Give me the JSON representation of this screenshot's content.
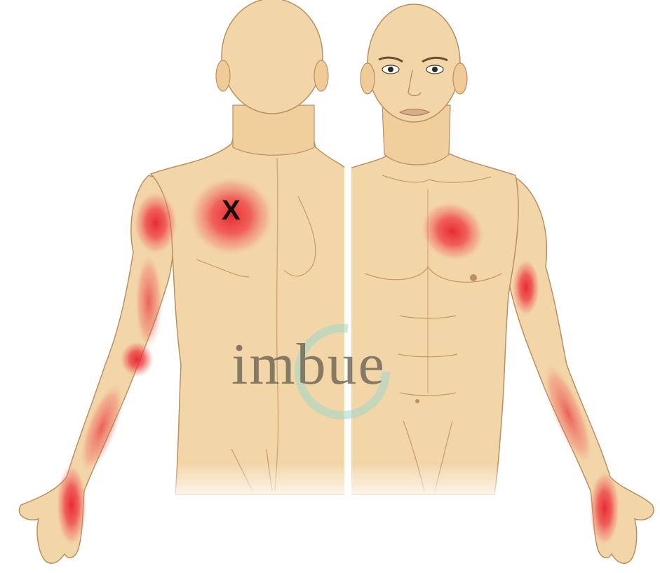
{
  "figure": {
    "trigger_point_marker": "X",
    "watermark": "imbue"
  },
  "colors": {
    "skin": "#f3d6a8",
    "skin_shadow": "#e5c08c",
    "outline": "#b98f63",
    "pain": "#e8222b",
    "watermark_ring": "#9fd8c8",
    "watermark_text": "#6f6656",
    "divider": "#ffffff"
  },
  "views": [
    "back-view",
    "front-view"
  ]
}
